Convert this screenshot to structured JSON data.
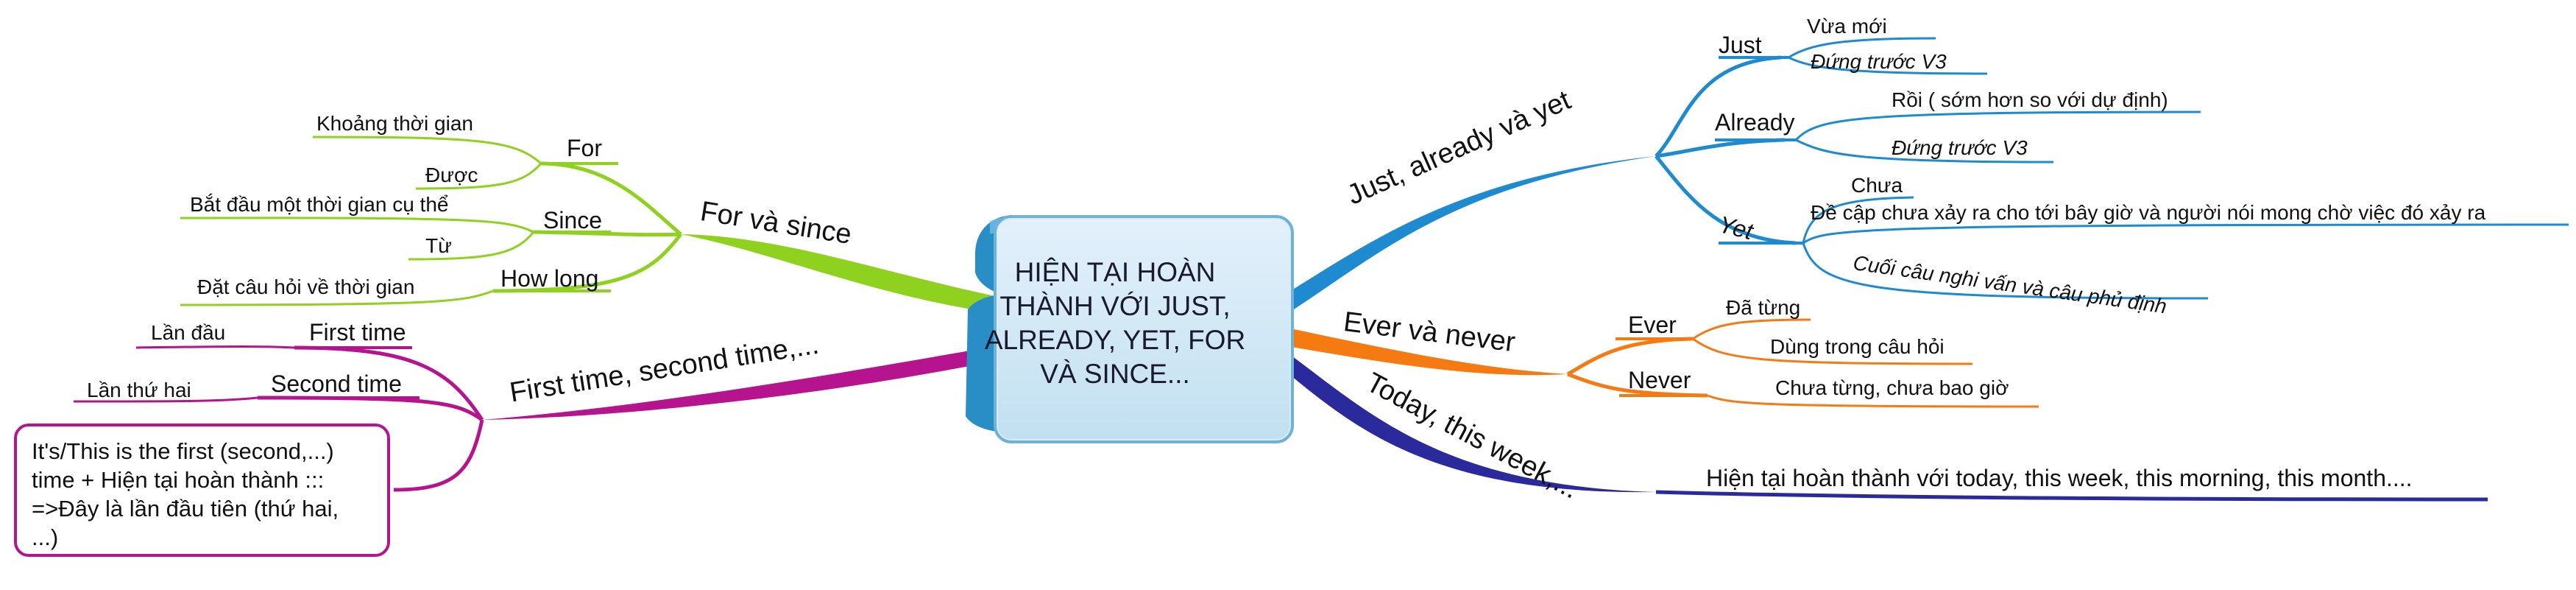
{
  "central": {
    "line1": "Hiện tại hoàn",
    "line2": "thành với just,",
    "line3": "already, yet, for",
    "line4": "và since..."
  },
  "branches": {
    "just_already_yet": {
      "label": "Just, already và yet",
      "color": "#1e8bd1",
      "just": {
        "label": "Just",
        "items": [
          "Vừa mới",
          "Đứng trước V3"
        ]
      },
      "already": {
        "label": "Already",
        "items": [
          "Rồi ( sớm hơn so với dự định)",
          "Đứng trước V3"
        ]
      },
      "yet": {
        "label": "Yet",
        "items": [
          "Chưa",
          "Đề cập chưa xảy ra cho tới bây giờ và người nói mong chờ việc đó xảy ra",
          "Cuối câu nghi vấn và câu phủ định"
        ]
      }
    },
    "ever_never": {
      "label": "Ever và never",
      "color": "#f57a12",
      "ever": {
        "label": "Ever",
        "items": [
          "Đã từng",
          "Dùng trong câu hỏi"
        ]
      },
      "never": {
        "label": "Never",
        "items": [
          "Chưa từng, chưa bao giờ"
        ]
      }
    },
    "today": {
      "label": "Today, this week,...",
      "color": "#2a2a9c",
      "items": [
        "Hiện tại hoàn thành với today, this week, this morning, this month...."
      ]
    },
    "for_since": {
      "label": "For và since",
      "color": "#8fd11f",
      "for": {
        "label": "For",
        "items": [
          "Khoảng thời gian",
          "Được"
        ]
      },
      "since": {
        "label": "Since",
        "items": [
          "Bắt đầu một thời gian cụ thể",
          "Từ"
        ]
      },
      "how_long": {
        "label": "How long",
        "items": [
          "Đặt câu hỏi về thời gian"
        ]
      }
    },
    "first_time": {
      "label": "First time, second time,...",
      "color": "#b5148e",
      "first": {
        "label": "First time",
        "items": [
          "Lần đầu"
        ]
      },
      "second": {
        "label": "Second time",
        "items": [
          "Lần thứ hai"
        ]
      },
      "note": {
        "line1": "It's/This is the first (second,...)",
        "line2": "time + Hiện tại hoàn thành :::",
        "line3": "=>Đây là lần đầu tiên (thứ hai,",
        "line4": "...)"
      }
    }
  }
}
